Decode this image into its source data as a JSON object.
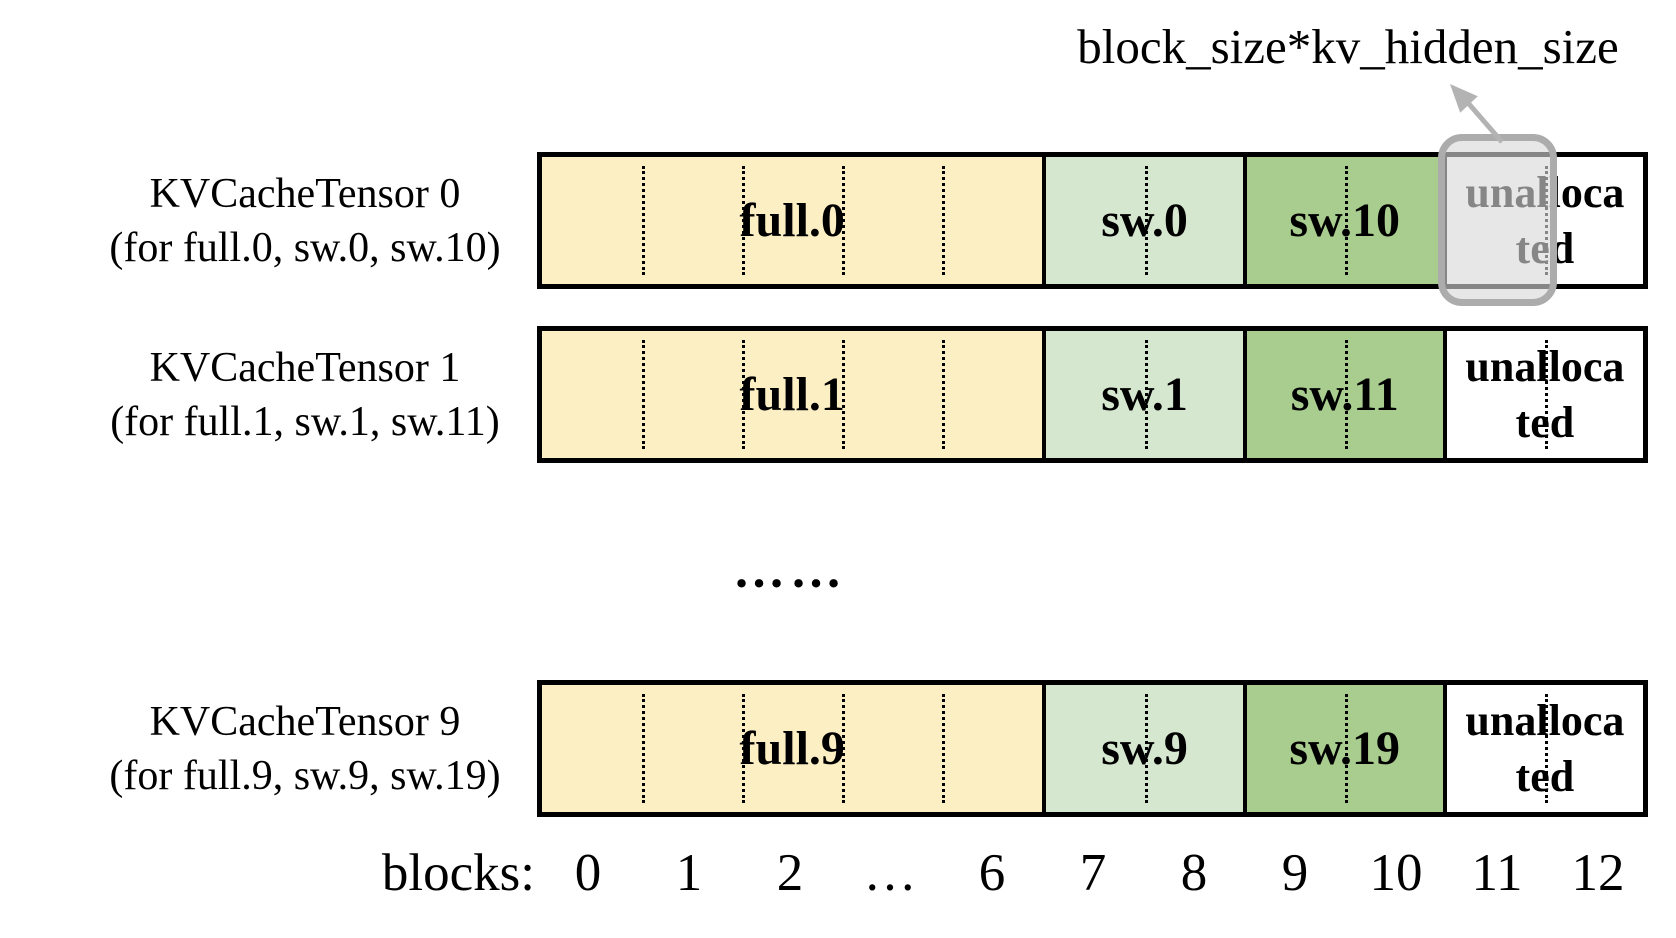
{
  "annotation": {
    "label": "block_size*kv_hidden_size"
  },
  "ellipsis": "……",
  "rows": [
    {
      "title": "KVCacheTensor 0",
      "subtitle": "(for full.0, sw.0, sw.10)",
      "sections": [
        {
          "label": "full.0"
        },
        {
          "label": "sw.0"
        },
        {
          "label": "sw.10"
        },
        {
          "label": "unallocated",
          "lines": [
            "unalloca",
            "ted"
          ]
        }
      ],
      "highlighted": true
    },
    {
      "title": "KVCacheTensor 1",
      "subtitle": "(for full.1, sw.1, sw.11)",
      "sections": [
        {
          "label": "full.1"
        },
        {
          "label": "sw.1"
        },
        {
          "label": "sw.11"
        },
        {
          "label": "unallocated",
          "lines": [
            "unalloca",
            "ted"
          ]
        }
      ],
      "highlighted": false
    },
    {
      "title": "KVCacheTensor 9",
      "subtitle": "(for full.9, sw.9, sw.19)",
      "sections": [
        {
          "label": "full.9"
        },
        {
          "label": "sw.9"
        },
        {
          "label": "sw.19"
        },
        {
          "label": "unallocated",
          "lines": [
            "unalloca",
            "ted"
          ]
        }
      ],
      "highlighted": false
    }
  ],
  "axis": {
    "label": "blocks:",
    "ticks": [
      "0",
      "1",
      "2",
      "…",
      "6",
      "7",
      "8",
      "9",
      "10",
      "11",
      "12"
    ]
  },
  "colors": {
    "full_fill": "#fcefc4",
    "sw_fill": "#d6e7d0",
    "sw2_fill": "#a8cd8e",
    "unallocated_fill": "#ffffff",
    "bar_border": "#000000",
    "highlight_fill": "#e7e6e6",
    "highlight_border": "#acacac",
    "arrow": "#b3b3b3",
    "text": "#000000"
  }
}
